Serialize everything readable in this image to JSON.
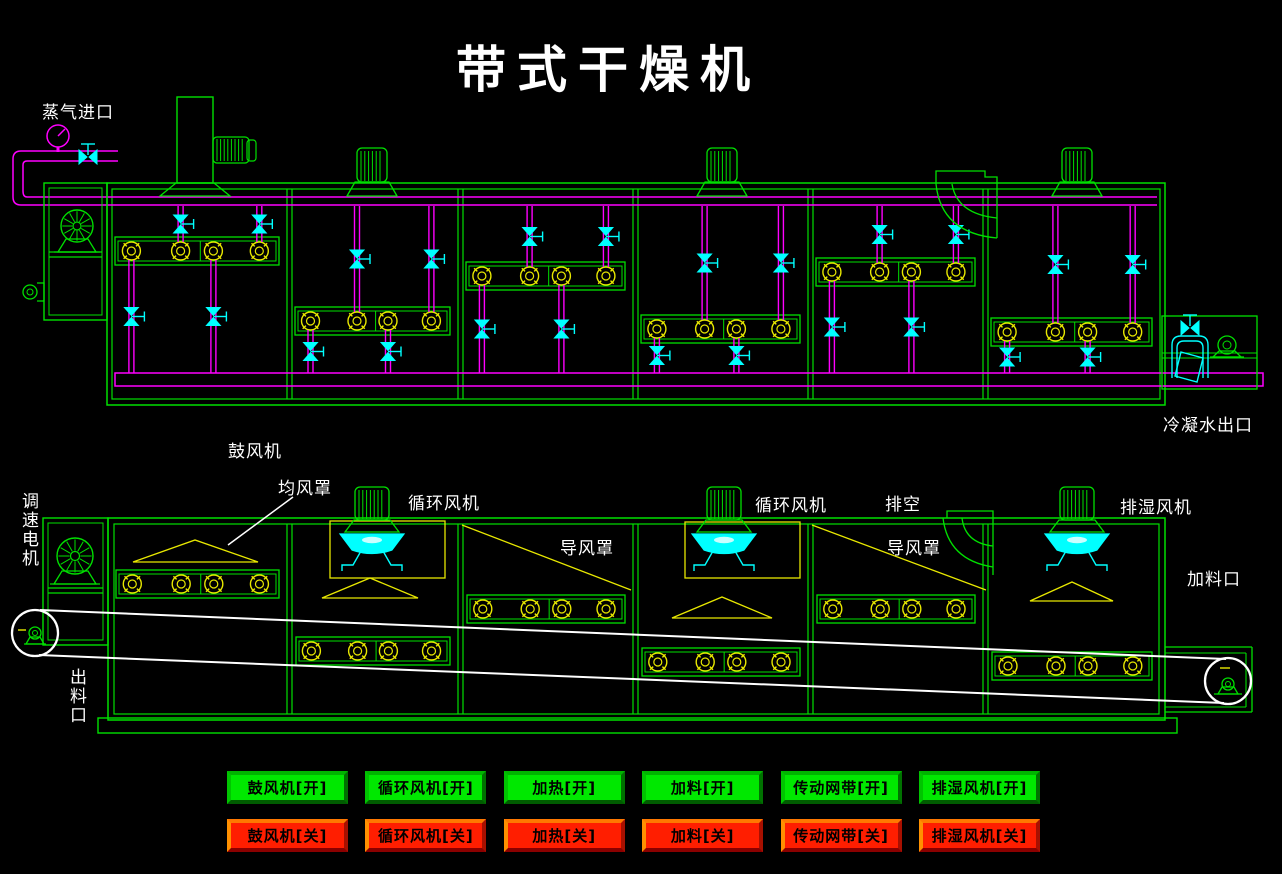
{
  "title": "带式干燥机",
  "labels": {
    "steam_inlet": "蒸气进口",
    "blower": "鼓风机",
    "equalizing_hood": "均风罩",
    "circulating_fan_1": "循环风机",
    "guide_hood_1": "导风罩",
    "circulating_fan_2": "循环风机",
    "vent": "排空",
    "guide_hood_2": "导风罩",
    "dehumidifying_fan": "排湿风机",
    "feed_inlet": "加料口",
    "speed_motor": "调速电机",
    "discharge_outlet": "出料口",
    "condensate_outlet": "冷凝水出口"
  },
  "buttons": {
    "on": [
      "鼓风机[开]",
      "循环风机[开]",
      "加热[开]",
      "加料[开]",
      "传动网带[开]",
      "排湿风机[开]"
    ],
    "off": [
      "鼓风机[关]",
      "循环风机[关]",
      "加热[关]",
      "加料[关]",
      "传动网带[关]",
      "排湿风机[关]"
    ]
  },
  "colors": {
    "frame_green": "#00e000",
    "pipe_magenta": "#ff00ff",
    "valve_cyan": "#00ffff",
    "flange_yellow": "#e8e800",
    "belt_white": "#ffffff",
    "button_on_face": "#00e800",
    "button_off_face": "#ff1e00",
    "text_white": "#ffffff",
    "button_text": "#000000"
  }
}
